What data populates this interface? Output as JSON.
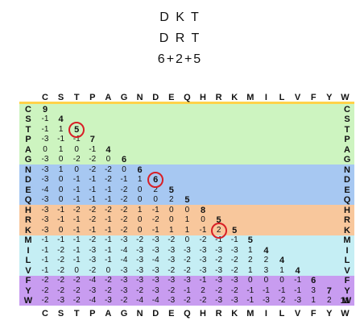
{
  "titles": [
    "D K T",
    "D R T",
    "6+2+5"
  ],
  "watermark": "",
  "columns": [
    "C",
    "S",
    "T",
    "P",
    "A",
    "G",
    "N",
    "D",
    "E",
    "Q",
    "H",
    "R",
    "K",
    "M",
    "I",
    "L",
    "V",
    "F",
    "Y",
    "W"
  ],
  "groups": [
    {
      "start": 0,
      "end": 5,
      "color": "#cdf4c0"
    },
    {
      "start": 6,
      "end": 9,
      "color": "#a7c8f2"
    },
    {
      "start": 10,
      "end": 12,
      "color": "#f8c79c"
    },
    {
      "start": 13,
      "end": 16,
      "color": "#c5eef4"
    },
    {
      "start": 17,
      "end": 19,
      "color": "#c89cf0"
    }
  ],
  "header_color": "#ffd24a",
  "circle_color": "#d81f26",
  "rows": [
    {
      "label": "C",
      "values": [
        "9"
      ]
    },
    {
      "label": "S",
      "values": [
        "-1",
        "4"
      ]
    },
    {
      "label": "T",
      "values": [
        "-1",
        "1",
        "5"
      ]
    },
    {
      "label": "P",
      "values": [
        "-3",
        "-1",
        "-1",
        "7"
      ]
    },
    {
      "label": "A",
      "values": [
        "0",
        "1",
        "0",
        "-1",
        "4"
      ]
    },
    {
      "label": "G",
      "values": [
        "-3",
        "0",
        "-2",
        "-2",
        "0",
        "6"
      ]
    },
    {
      "label": "N",
      "values": [
        "-3",
        "1",
        "0",
        "-2",
        "-2",
        "0",
        "6"
      ]
    },
    {
      "label": "D",
      "values": [
        "-3",
        "0",
        "-1",
        "-1",
        "-2",
        "-1",
        "1",
        "6"
      ]
    },
    {
      "label": "E",
      "values": [
        "-4",
        "0",
        "-1",
        "-1",
        "-1",
        "-2",
        "0",
        "2",
        "5"
      ]
    },
    {
      "label": "Q",
      "values": [
        "-3",
        "0",
        "-1",
        "-1",
        "-1",
        "-2",
        "0",
        "0",
        "2",
        "5"
      ]
    },
    {
      "label": "H",
      "values": [
        "-3",
        "-1",
        "-2",
        "-2",
        "-2",
        "-2",
        "1",
        "-1",
        "0",
        "0",
        "8"
      ]
    },
    {
      "label": "R",
      "values": [
        "-3",
        "-1",
        "-1",
        "-2",
        "-1",
        "-2",
        "0",
        "-2",
        "0",
        "1",
        "0",
        "5"
      ]
    },
    {
      "label": "K",
      "values": [
        "-3",
        "0",
        "-1",
        "-1",
        "-1",
        "-2",
        "0",
        "-1",
        "1",
        "1",
        "-1",
        "2",
        "5"
      ]
    },
    {
      "label": "M",
      "values": [
        "-1",
        "-1",
        "-1",
        "-2",
        "-1",
        "-3",
        "-2",
        "-3",
        "-2",
        "0",
        "-2",
        "-1",
        "-1",
        "5"
      ]
    },
    {
      "label": "I",
      "values": [
        "-1",
        "-2",
        "-1",
        "-3",
        "-1",
        "-4",
        "-3",
        "-3",
        "-3",
        "-3",
        "-3",
        "-3",
        "-3",
        "1",
        "4"
      ]
    },
    {
      "label": "L",
      "values": [
        "-1",
        "-2",
        "-1",
        "-3",
        "-1",
        "-4",
        "-3",
        "-4",
        "-3",
        "-2",
        "-3",
        "-2",
        "-2",
        "2",
        "2",
        "4"
      ]
    },
    {
      "label": "V",
      "values": [
        "-1",
        "-2",
        "0",
        "-2",
        "0",
        "-3",
        "-3",
        "-3",
        "-2",
        "-2",
        "-3",
        "-3",
        "-2",
        "1",
        "3",
        "1",
        "4"
      ]
    },
    {
      "label": "F",
      "values": [
        "-2",
        "-2",
        "-2",
        "-4",
        "-2",
        "-3",
        "-3",
        "-3",
        "-3",
        "-3",
        "-1",
        "-3",
        "-3",
        "0",
        "0",
        "0",
        "-1",
        "6"
      ]
    },
    {
      "label": "Y",
      "values": [
        "-2",
        "-2",
        "-2",
        "-3",
        "-2",
        "-3",
        "-2",
        "-3",
        "-2",
        "-1",
        "2",
        "-2",
        "-2",
        "-1",
        "-1",
        "-1",
        "-1",
        "3",
        "7"
      ]
    },
    {
      "label": "W",
      "values": [
        "-2",
        "-3",
        "-2",
        "-4",
        "-3",
        "-2",
        "-4",
        "-4",
        "-3",
        "-2",
        "-2",
        "-3",
        "-3",
        "-1",
        "-3",
        "-2",
        "-3",
        "1",
        "2",
        "11"
      ]
    }
  ],
  "circled": [
    {
      "row": 2,
      "col": 2
    },
    {
      "row": 7,
      "col": 7
    },
    {
      "row": 12,
      "col": 11
    }
  ]
}
